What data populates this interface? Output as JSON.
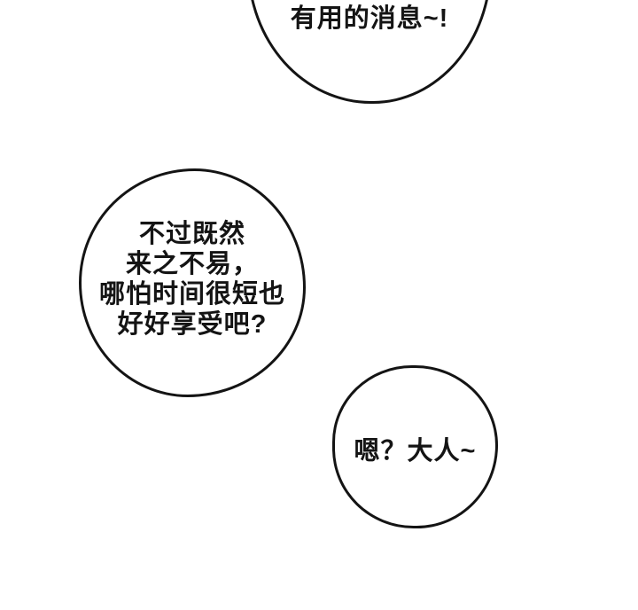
{
  "colors": {
    "ink": "#141414",
    "paper": "#ffffff"
  },
  "panel": {
    "bubble_top": {
      "text": "有用的消息~!"
    },
    "bubble_middle": {
      "lines": [
        "不过既然",
        "来之不易，",
        "哪怕时间很短也",
        "好好享受吧?"
      ]
    },
    "bubble_bottom": {
      "text": "嗯？大人~"
    }
  }
}
